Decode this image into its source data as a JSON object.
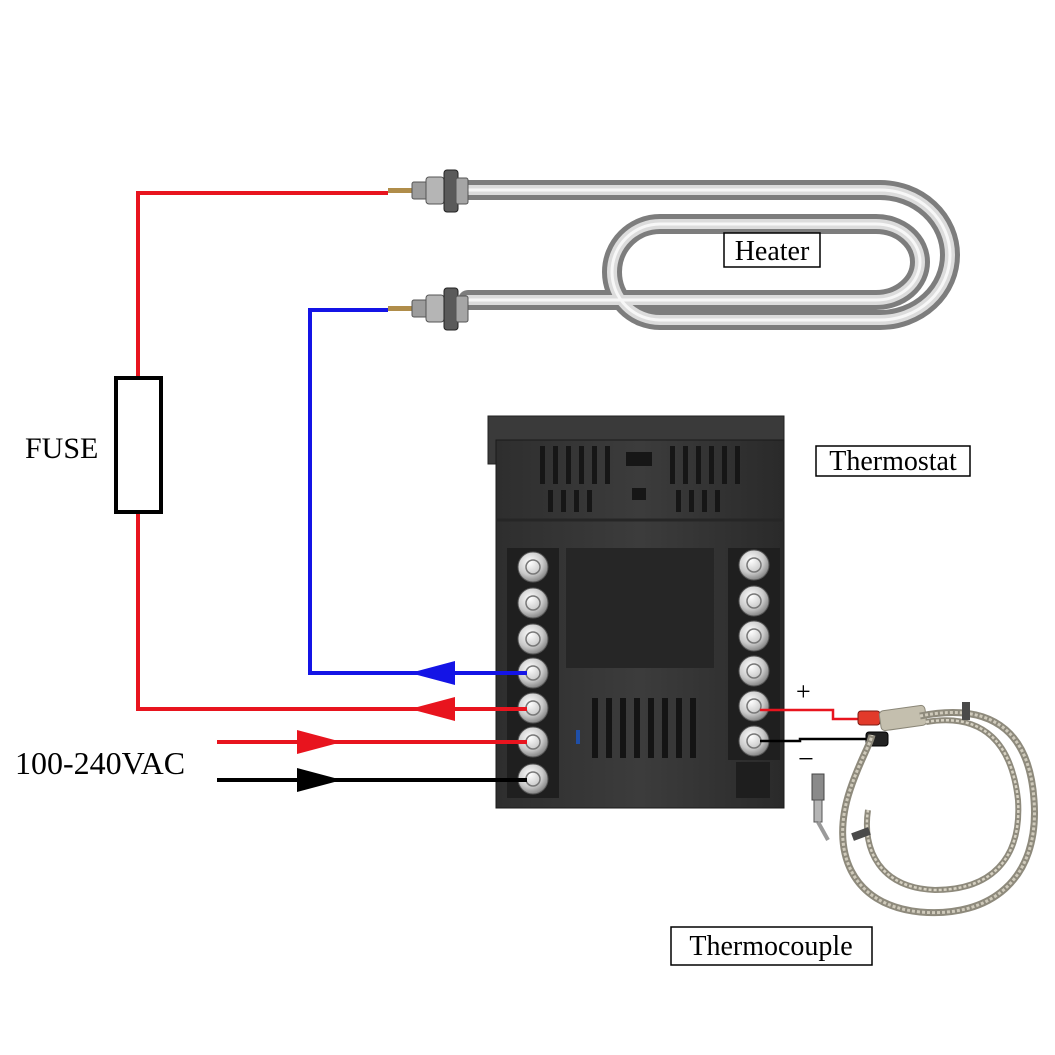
{
  "labels": {
    "heater": "Heater",
    "thermostat": "Thermostat",
    "fuse": "FUSE",
    "supply": "100-240VAC",
    "thermocouple": "Thermocouple",
    "plus": "+",
    "minus": "−"
  },
  "colors": {
    "live_wire": "#e8141e",
    "return_wire": "#1414e6",
    "neutral_wire": "#000000"
  }
}
